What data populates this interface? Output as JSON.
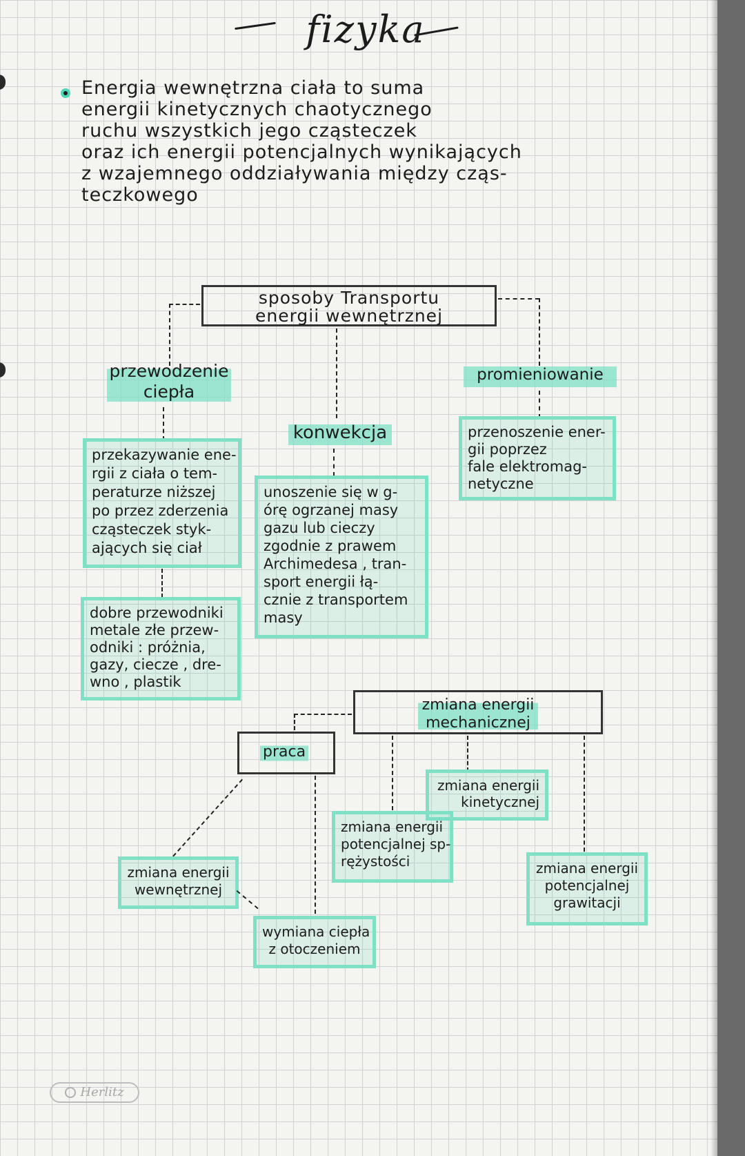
{
  "title": "fizyka",
  "intro": {
    "lines": [
      "Energia  wewnętrzna  ciała  to  suma",
      "energii  kinetycznych  chaotycznego",
      "ruchu  wszystkich  jego  cząsteczek",
      "oraz  ich  energii  potencjalnych  wynikających",
      "z  wzajemnego  oddziaływania  między cząs-",
      "teczkowego"
    ]
  },
  "top_box": {
    "lines": [
      "sposoby  Transportu",
      "energii  wewnętrznej"
    ]
  },
  "przewodzenie": {
    "label": [
      "przewodzenie",
      "ciepła"
    ],
    "definition": [
      "przekazywanie  ene-",
      "rgii z ciała  o tem-",
      "peraturze  niższej",
      "po przez  zderzenia",
      "cząsteczek  styk-",
      "ających  się  ciał"
    ],
    "examples": [
      "dobre  przewodniki",
      "metale  złe  przew-",
      "odniki : próżnia,",
      "gazy, ciecze , dre-",
      "wno , plastik"
    ]
  },
  "konwekcja": {
    "label": "konwekcja",
    "definition": [
      "unoszenie  się w g-",
      "órę  ogrzanej  masy",
      "gazu  lub  cieczy",
      "zgodnie  z  prawem",
      "Archimedesa , tran-",
      "sport  energii  łą-",
      "cznie  z  transportem",
      "masy"
    ]
  },
  "promieniowanie": {
    "label": "promieniowanie",
    "definition": [
      "przenoszenie  ener-",
      "gii  poprzez",
      "fale  elektromag-",
      "netyczne"
    ]
  },
  "mechaniczna_box": {
    "lines": [
      "zmiana  energii",
      "mechanicznej"
    ]
  },
  "praca_box": {
    "label": "praca"
  },
  "wewnetrzna": [
    "zmiana  energii",
    "wewnętrznej"
  ],
  "wymiana": [
    "wymiana  ciepła",
    "z  otoczeniem"
  ],
  "kinetyczna": [
    "zmiana  energii",
    "kinetycznej"
  ],
  "sprezystosci": [
    "zmiana  energii",
    "potencjalnej  sp-",
    "rężystości"
  ],
  "grawitacji": [
    "zmiana  energii",
    "potencjalnej",
    "grawitacji"
  ],
  "logo": "Herlitz",
  "colors": {
    "highlight": "#7fe0c6",
    "ink": "#1c1c1c",
    "paper": "#f4f4f1",
    "grid": "#cfd1d3"
  }
}
